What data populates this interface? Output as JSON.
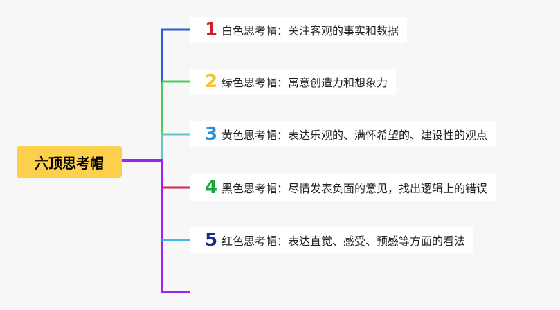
{
  "root": {
    "label": "六顶思考帽"
  },
  "branches": [
    {
      "number": "1",
      "text": "白色思考帽：关注客观的事实和数据",
      "num_color": "#d01f2b",
      "line_color": "#2e5bd6"
    },
    {
      "number": "2",
      "text": "绿色思考帽：寓意创造力和想象力",
      "num_color": "#f5c331",
      "line_color": "#4ccc5a"
    },
    {
      "number": "3",
      "text": "黄色思考帽：表达乐观的、满怀希望的、建设性的观点",
      "num_color": "#2b8fd6",
      "line_color": "#67c6be"
    },
    {
      "number": "4",
      "text": "黑色思考帽：尽情发表负面的意见，找出逻辑上的错误",
      "num_color": "#18a83a",
      "line_color": "#e0224c"
    },
    {
      "number": "5",
      "text": "红色思考帽：表达直觉、感受、预感等方面的看法",
      "num_color": "#1c2a8a",
      "line_color": "#3fb9ef"
    }
  ],
  "colors": {
    "root_line": "#a020f0",
    "root_bg": "#fccf4d",
    "empty_branch": "#a020f0"
  }
}
